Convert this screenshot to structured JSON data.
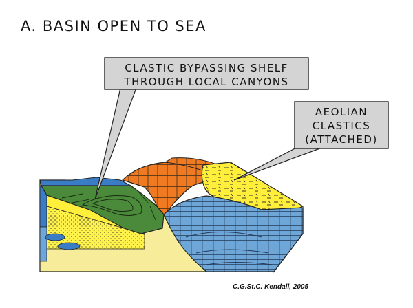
{
  "title": "A. BASIN OPEN TO SEA",
  "callouts": [
    {
      "lines": [
        "CLASTIC BYPASSING SHELF",
        "THROUGH LOCAL CANYONS"
      ]
    },
    {
      "lines": [
        "AEOLIAN",
        "CLASTICS",
        "(ATTACHED)"
      ]
    }
  ],
  "credit": "C.G.St.C. Kendall, 2005",
  "colors": {
    "shelf_green": "#4a8a3a",
    "carbonate_orange": "#f07a22",
    "aeolian_yellow": "#ffef3a",
    "basin_blue": "#6fa6d8",
    "sea_blue": "#3b7dc4",
    "sand_yellow": "#f6ec9a",
    "callout_gray": "#d4d4d4"
  }
}
